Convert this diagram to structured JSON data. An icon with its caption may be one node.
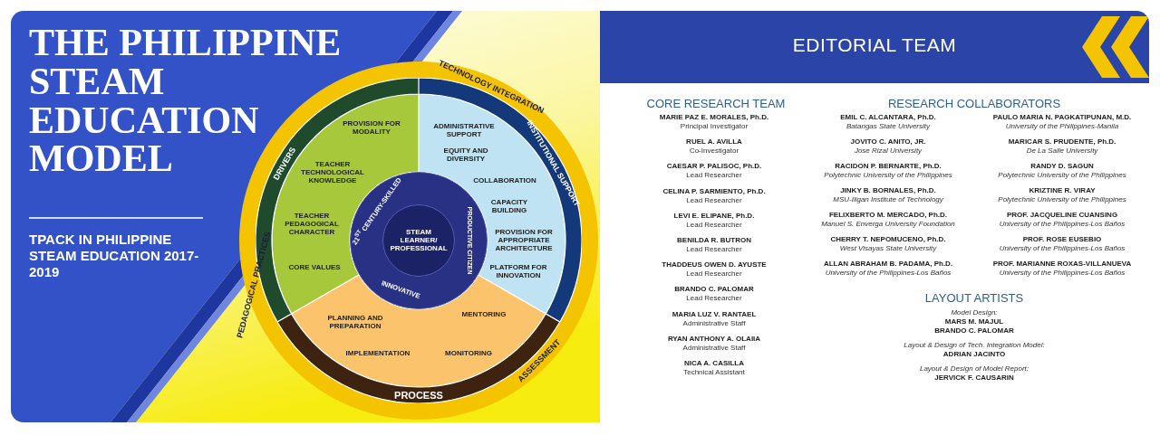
{
  "diagram": {
    "title": "THE PHILIPPINE STEAM EDUCATION MODEL",
    "nodes": [
      {
        "text": [
          "TECHNOLOGY INTEGRATION",
          "PEDAGOGICAL PRACTICES",
          "ASSESSMENT"
        ]
      },
      {
        "text": [
          "DRIVERS",
          "PROVISION FOR MODALITY",
          "TEACHER TECHNOLOGICAL KNOWLEDGE",
          "TEACHER PEDAGOGICAL CHARACTER",
          "CORE VALUES"
        ],
        "in": 0
      },
      {
        "text": [
          "INSTITUTIONAL SUPPORT",
          "ADMINISTRATIVE SUPPORT",
          "EQUITY AND DIVERSITY",
          "COLLABORATION",
          "CAPACITY BUILDING",
          "PROVISION FOR APPROPRIATE ARCHITECTURE",
          "PLATFORM FOR INNOVATION"
        ],
        "in": 0
      },
      {
        "text": [
          "PROCESS",
          "PLANNING AND PREPARATION",
          "MENTORING",
          "IMPLEMENTATION",
          "MONITORING"
        ],
        "in": 0
      },
      {
        "text": [
          "21$^{ST}$ CENTURY-SKILLED",
          "PRODUCTIVE CITIZEN",
          "INNOVATIVE"
        ],
        "in": 0
      },
      {
        "text": [
          "STEAM LEARNER/ PROFESSIONAL"
        ],
        "in": 4
      },
      {
        "text": [
          "EDITORIAL TEAM"
        ]
      }
    ],
    "labels": [
      "TPACK IN PHILIPPINE STEAM EDUCATION 2017-2019",
      "CORE RESEARCH TEAM",
      "MARIE PAZ E. MORALES, Ph.D.",
      "Principal Investigator",
      "RUEL A. AVILLA",
      "Co-Investigator",
      "CAESAR P. PALISOC, Ph.D.",
      "Lead Researcher",
      "CELINA P. SARMIENTO, Ph.D.",
      "Lead Researcher",
      "LEVI E. ELIPANE, Ph.D.",
      "Lead Researcher",
      "BENILDA R. BUTRON",
      "Lead Researcher",
      "THADDEUS OWEN D. AYUSTE",
      "Lead Researcher",
      "BRANDO C. PALOMAR",
      "Lead Researcher",
      "MARIA LUZ V. RANTAEL",
      "Administrative Staff",
      "RYAN ANTHONY A. OLAIIA",
      "Administrative Staff",
      "NICA A. CASILLA",
      "Technical Assistant",
      "RESEARCH COLLABORATORS",
      "EMIL C. ALCANTARA, Ph.D.",
      "Batangas State University",
      "JOVITO C. ANITO, JR.",
      "Jose Rizal University",
      "RACIDON P. BERNARTE, Ph.D.",
      "Polytechnic University of the Philippines",
      "JINKY B. BORNALES, Ph.D.",
      "MSU-Iligan Institute of Technology",
      "FELIXBERTO M. MERCADO, Ph.D.",
      "Manuel S. Enverga University Foundation",
      "CHERRY T. NEPOMUCENO, Ph.D.",
      "West Visayas State University",
      "ALLAN ABRAHAM B. PADAMA, Ph.D.",
      "University of the Philippines-Los Baños",
      "PAULO MARIA N. PAGKATIPUNAN, M.D.",
      "University of the Philippines-Manila",
      "MARICAR S. PRUDENTE, Ph.D.",
      "De La Salle University",
      "RANDY D. SAGUN",
      "Polytechnic University of the Philippines",
      "KRIZTINE R. VIRAY",
      "Polytechnic University of the Philippines",
      "PROF. JACQUELINE CUANSING",
      "University of the Philippines-Los Baños",
      "PROF. ROSE EUSEBIO",
      "University of the Philippines-Los Baños",
      "PROF. MARIANNE ROXAS-VILLANUEVA",
      "University of the Philippines-Los Baños",
      "LAYOUT ARTISTS",
      "Model Design:",
      "MARS M. MAJUL",
      "BRANDO C. PALOMAR",
      "Layout & Design of Tech. Integration Model:",
      "ADRIAN JACINTO",
      "Layout & Design of Model Report:",
      "JERVICK F. CAUSARIN"
    ]
  }
}
